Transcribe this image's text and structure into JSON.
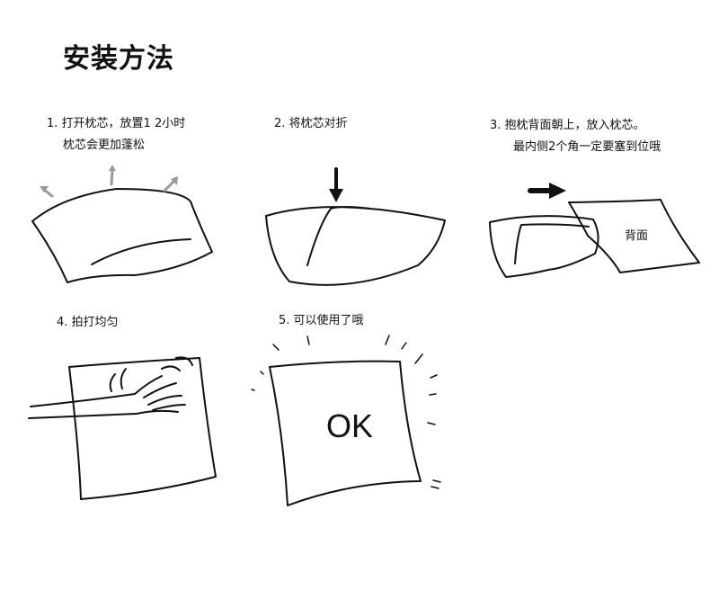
{
  "title": "安装方法",
  "steps": [
    {
      "line1": "1. 打开枕芯，放置1 2小时",
      "line2": "枕芯会更加蓬松"
    },
    {
      "line1": "2. 将枕芯对折",
      "line2": ""
    },
    {
      "line1": "3.  抱枕背面朝上，放入枕芯。",
      "line2": "最内侧2个角一定要塞到位哦"
    },
    {
      "line1": "4. 拍打均匀",
      "line2": ""
    },
    {
      "line1": "5. 可以使用了哦",
      "line2": ""
    }
  ],
  "labels": {
    "back": "背面",
    "ok": "OK"
  },
  "colors": {
    "line": "#111111",
    "arrow": "#999999"
  }
}
